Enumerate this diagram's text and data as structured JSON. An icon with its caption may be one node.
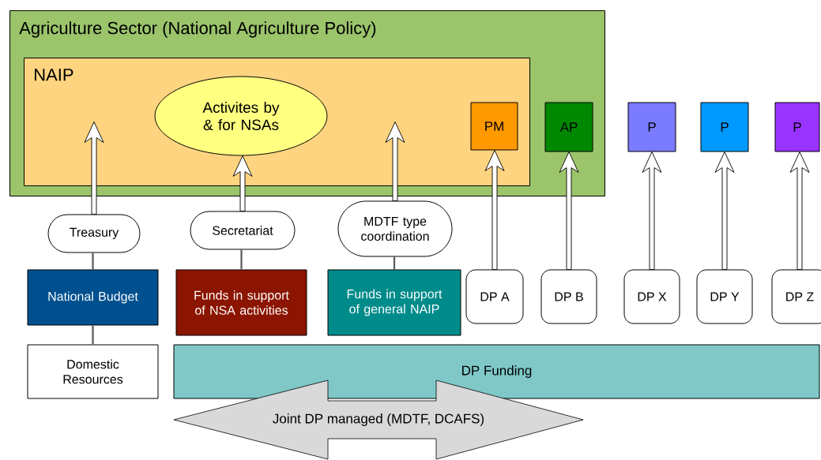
{
  "diagram": {
    "nodes": [
      {
        "text": [
          "Agriculture Sector (National Agriculture Policy)"
        ]
      },
      {
        "text": [
          "NAIP"
        ],
        "in": 0
      },
      {
        "text": [
          "Activites by & for NSAs"
        ],
        "in": 1
      },
      {
        "text": [
          "PM"
        ],
        "in": 1
      },
      {
        "text": [
          "AP"
        ],
        "in": 0
      },
      {
        "text": [
          "P"
        ]
      },
      {
        "text": [
          "P"
        ]
      },
      {
        "text": [
          "P"
        ]
      },
      {
        "text": [
          "Treasury"
        ]
      },
      {
        "text": [
          "Secretariat"
        ]
      },
      {
        "text": [
          "MDTF type coordination"
        ]
      },
      {
        "text": [
          "National Budget"
        ]
      },
      {
        "text": [
          "Funds in support of NSA activities"
        ]
      },
      {
        "text": [
          "Funds in support of general NAIP"
        ]
      },
      {
        "text": [
          "DP A"
        ]
      },
      {
        "text": [
          "DP B"
        ]
      },
      {
        "text": [
          "DP X"
        ]
      },
      {
        "text": [
          "DP Y"
        ]
      },
      {
        "text": [
          "DP Z"
        ]
      },
      {
        "text": [
          "Domestic Resources"
        ]
      },
      {
        "text": [
          "DP Funding"
        ]
      },
      {
        "text": [
          "Joint DP managed (MDTF, DCAFS)"
        ]
      }
    ],
    "edges": [
      {
        "from": 8,
        "to": 1,
        "arrow": "to"
      },
      {
        "from": 9,
        "to": 2,
        "arrow": "to"
      },
      {
        "from": 10,
        "to": 1,
        "arrow": "to"
      },
      {
        "from": 14,
        "to": 3,
        "arrow": "to"
      },
      {
        "from": 15,
        "to": 4,
        "arrow": "to"
      },
      {
        "from": 16,
        "to": 5,
        "arrow": "to"
      },
      {
        "from": 17,
        "to": 6,
        "arrow": "to"
      },
      {
        "from": 18,
        "to": 7,
        "arrow": "to"
      },
      {
        "from": 11,
        "to": 8,
        "arrow": "none"
      },
      {
        "from": 12,
        "to": 9,
        "arrow": "none"
      },
      {
        "from": 13,
        "to": 10,
        "arrow": "none"
      },
      {
        "from": 19,
        "to": 11,
        "arrow": "none"
      }
    ]
  }
}
